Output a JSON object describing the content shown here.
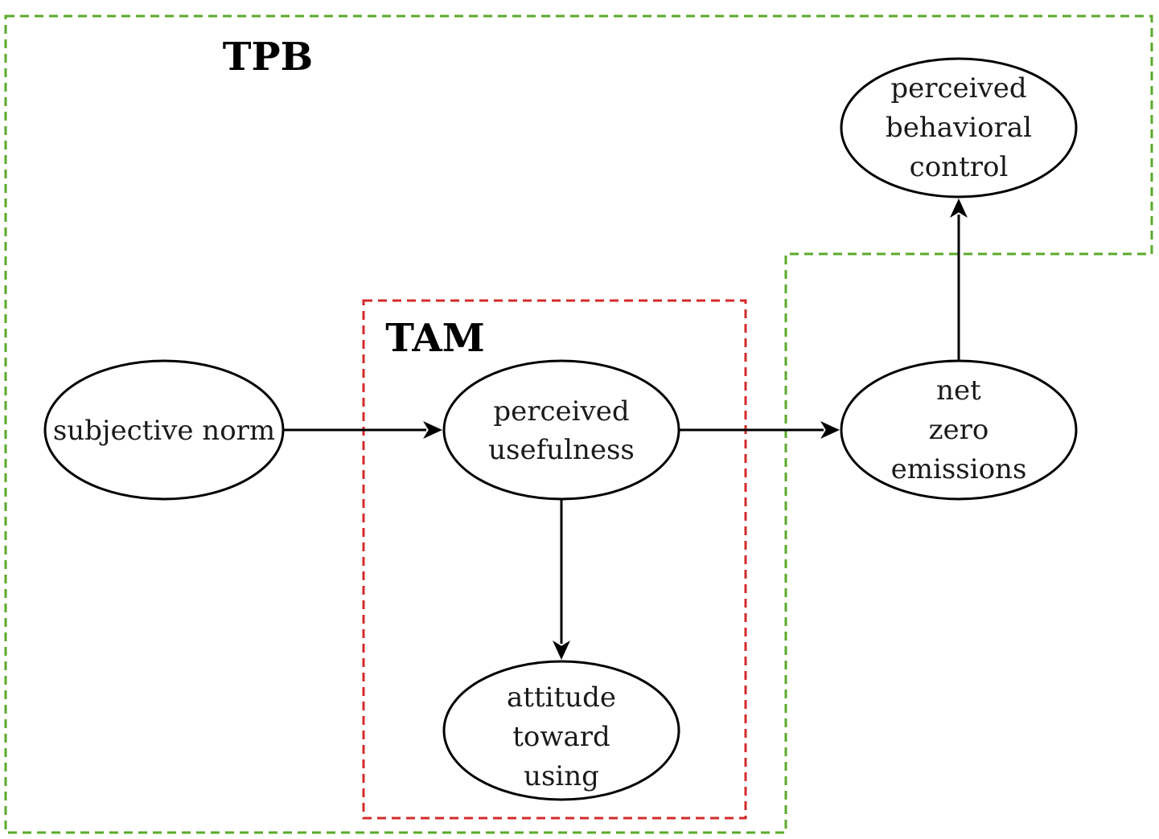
{
  "groups": {
    "tpb": {
      "label": "TPB",
      "color": "#5aaa2a"
    },
    "tam": {
      "label": "TAM",
      "color": "#d42a2a"
    }
  },
  "nodes": {
    "subjective_norm": {
      "lines": [
        "subjective norm"
      ]
    },
    "perceived_usefulness": {
      "lines": [
        "perceived",
        "usefulness"
      ]
    },
    "attitude_toward_using": {
      "lines": [
        "attitude",
        "toward",
        "using"
      ]
    },
    "net_zero_emissions": {
      "lines": [
        "net",
        "zero",
        "emissions"
      ]
    },
    "perceived_behavioral_control": {
      "lines": [
        "perceived",
        "behavioral",
        "control"
      ]
    }
  },
  "edges": [
    {
      "from": "subjective_norm",
      "to": "perceived_usefulness"
    },
    {
      "from": "perceived_usefulness",
      "to": "attitude_toward_using"
    },
    {
      "from": "perceived_usefulness",
      "to": "net_zero_emissions"
    },
    {
      "from": "net_zero_emissions",
      "to": "perceived_behavioral_control"
    }
  ]
}
